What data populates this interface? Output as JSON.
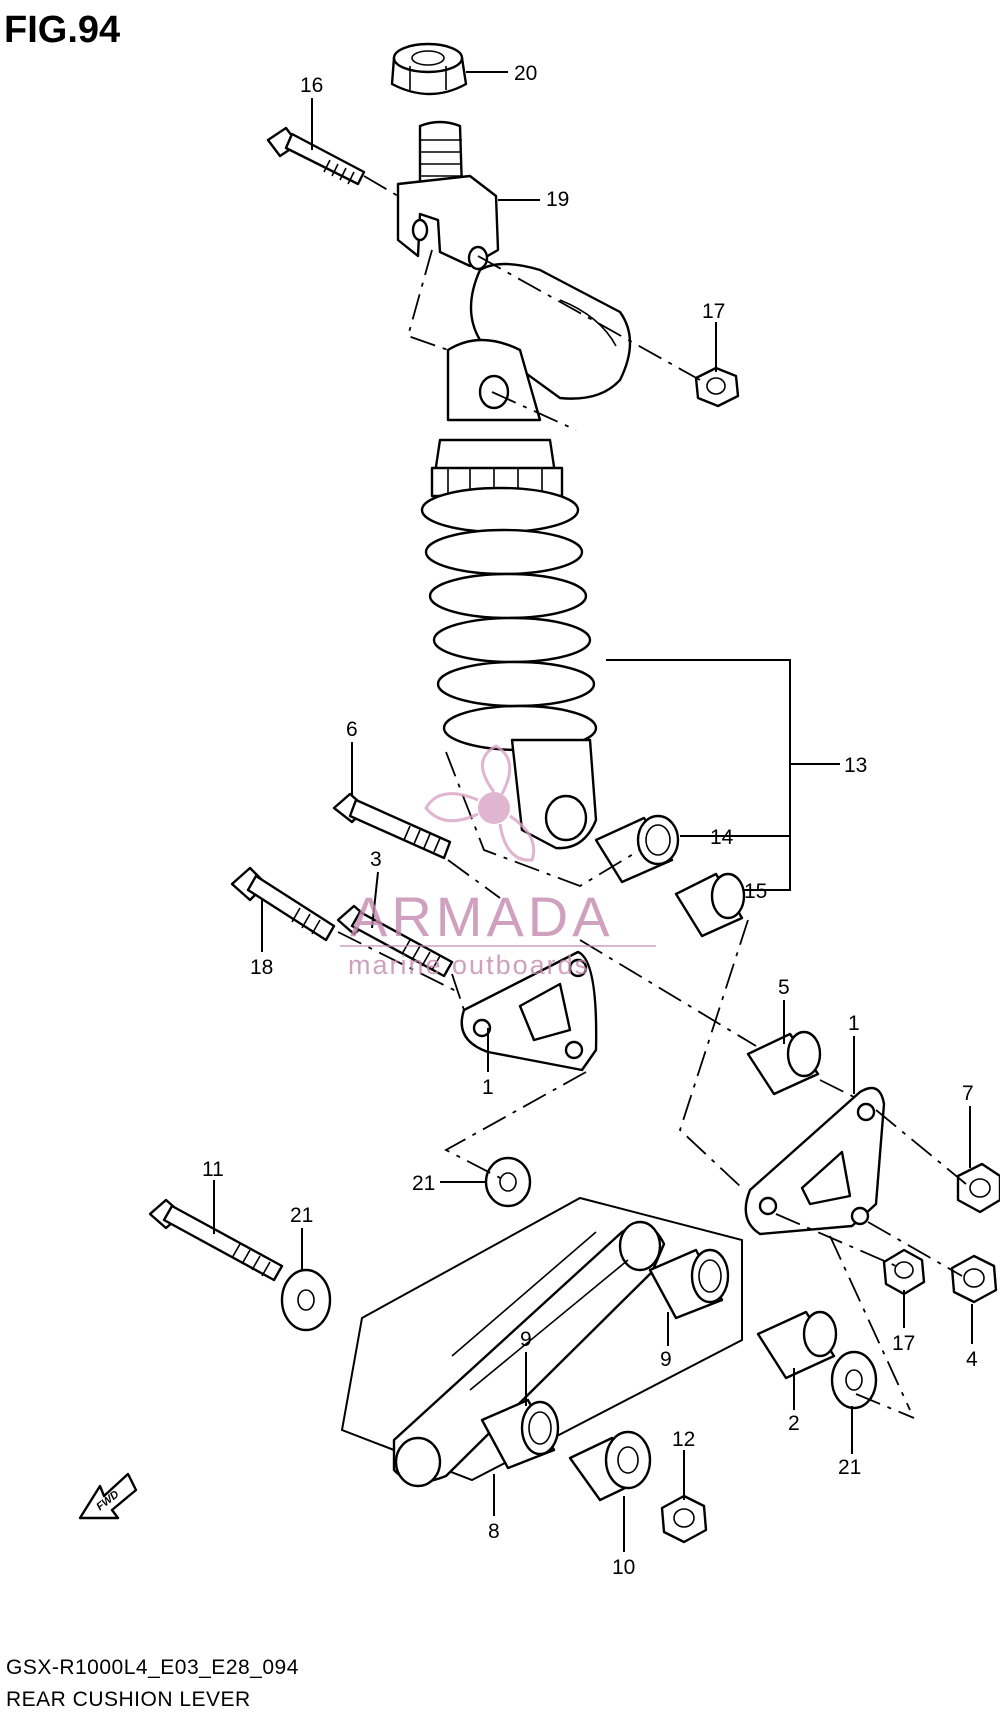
{
  "figure": {
    "title": "FIG.94",
    "model_code": "GSX-R1000L4_E03_E28_094",
    "section_name": "REAR CUSHION LEVER"
  },
  "fwd_label": "FWD",
  "watermark": {
    "brand": "ARMADA",
    "tagline": "marine outboards",
    "color": "#d9a3c4"
  },
  "callouts": [
    {
      "id": "c20",
      "label": "20"
    },
    {
      "id": "c16",
      "label": "16"
    },
    {
      "id": "c19",
      "label": "19"
    },
    {
      "id": "c17a",
      "label": "17"
    },
    {
      "id": "c13",
      "label": "13"
    },
    {
      "id": "c6",
      "label": "6"
    },
    {
      "id": "c14",
      "label": "14"
    },
    {
      "id": "c15",
      "label": "15"
    },
    {
      "id": "c3",
      "label": "3"
    },
    {
      "id": "c18",
      "label": "18"
    },
    {
      "id": "c5",
      "label": "5"
    },
    {
      "id": "c1a",
      "label": "1"
    },
    {
      "id": "c1b",
      "label": "1"
    },
    {
      "id": "c7",
      "label": "7"
    },
    {
      "id": "c21a",
      "label": "21"
    },
    {
      "id": "c11",
      "label": "11"
    },
    {
      "id": "c21b",
      "label": "21"
    },
    {
      "id": "c17b",
      "label": "17"
    },
    {
      "id": "c4",
      "label": "4"
    },
    {
      "id": "c9a",
      "label": "9"
    },
    {
      "id": "c9b",
      "label": "9"
    },
    {
      "id": "c2",
      "label": "2"
    },
    {
      "id": "c21c",
      "label": "21"
    },
    {
      "id": "c12",
      "label": "12"
    },
    {
      "id": "c8",
      "label": "8"
    },
    {
      "id": "c10",
      "label": "10"
    }
  ]
}
